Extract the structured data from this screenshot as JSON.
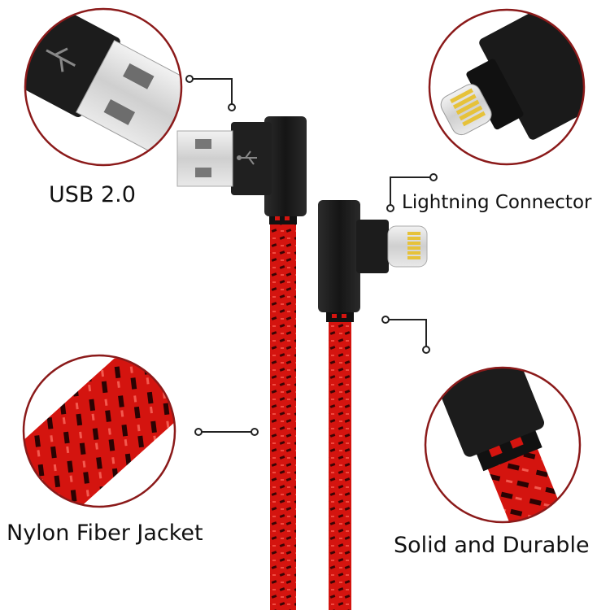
{
  "labels": {
    "usb": "USB 2.0",
    "lightning": "Lightning Connector",
    "nylon": "Nylon Fiber Jacket",
    "solid": "Solid and Durable"
  },
  "colors": {
    "cable_red": "#d4140f",
    "weave_dark": "#3a0505",
    "connector_black": "#1e1e1e",
    "metal_silver": "#d8d8d8",
    "pin_gold": "#e6c23a",
    "circle_outline": "#8b1a1a",
    "leader_line": "#222222"
  },
  "icons": {
    "usb_symbol": "usb-symbol-icon"
  }
}
